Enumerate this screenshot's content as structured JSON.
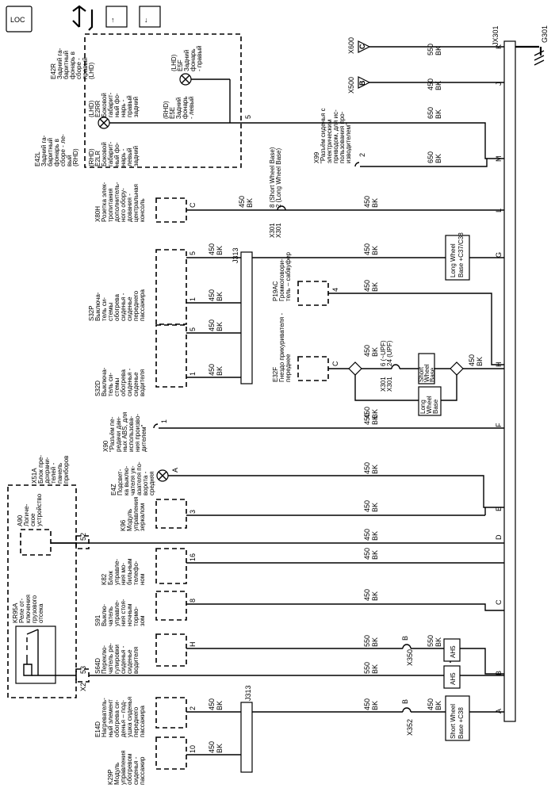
{
  "top_icons": {
    "loc": "LOC",
    "up": "↑",
    "down": "↓"
  },
  "right": {
    "connector": "JX301",
    "ground": "G301",
    "pin_k": "K",
    "pin_j": "J",
    "pin_m": "M",
    "pin_l": "L",
    "pin_g": "G",
    "pin_h": "H",
    "pin_f": "F",
    "pin_e": "E",
    "pin_d": "D",
    "pin_c": "C",
    "pin_b": "B",
    "pin_a": "A"
  },
  "wires": {
    "k": [
      "550",
      "BK"
    ],
    "j": [
      "450",
      "BK"
    ],
    "m": [
      "650",
      "BK"
    ],
    "m2": [
      "650",
      "BK"
    ],
    "l": [
      "450",
      "BK"
    ],
    "l_left": [
      "450",
      "BK"
    ],
    "g": [
      "450",
      "BK"
    ],
    "h": [
      "450",
      "BK"
    ],
    "h_right": [
      "450",
      "BK"
    ],
    "h_top": [
      "450",
      "BK"
    ],
    "h_bottom": [
      "450",
      "BK"
    ],
    "f": [
      "450",
      "BK"
    ],
    "e": [
      "450",
      "BK"
    ],
    "e_left": [
      "450",
      "BK"
    ],
    "d": [
      "450",
      "BK"
    ],
    "c": [
      "450",
      "BK"
    ],
    "c_left": [
      "450",
      "BK"
    ],
    "c2": [
      "450",
      "BK"
    ],
    "c2_left": [
      "450",
      "BK"
    ],
    "b_upper": [
      "550",
      "BK"
    ],
    "b_upper_r": [
      "550",
      "BK"
    ],
    "b_upper_l": [
      "550",
      "BK"
    ],
    "b_lower": [
      "550",
      "BK"
    ],
    "b_lower_l": [
      "550",
      "BK"
    ],
    "a": [
      "450",
      "BK"
    ],
    "a_mid": [
      "450",
      "BK"
    ],
    "a_left": [
      "450",
      "BK"
    ],
    "g_s32p5": [
      "450",
      "BK"
    ],
    "g_s32p1": [
      "450",
      "BK"
    ],
    "g_s32d5": [
      "450",
      "BK"
    ],
    "g_s32d1": [
      "450",
      "BK"
    ],
    "k29p": [
      "450",
      "BK"
    ]
  },
  "connectors": {
    "x600": {
      "id": "X600",
      "pin": "C"
    },
    "x500": {
      "id": "X500",
      "pin": "B"
    },
    "x99": {
      "pin": "2",
      "label": [
        "X99",
        "\"Разъём сиденья с",
        "электрическим",
        "приводом, для ис-",
        "пользования про-",
        "изводителем\""
      ]
    },
    "x301_l": {
      "a": "8 (Short Wheel Base)",
      "b": "2 (Long Wheel Base)",
      "id1": "X301",
      "id2": "X301"
    },
    "x301_h": {
      "a": "6 (~UPF)",
      "b": "24 (UPF)",
      "id1": "X301",
      "id2": "X301"
    },
    "x90": {
      "pin": "1",
      "label": [
        "X90",
        "\"Разъём пе-",
        "редачи дан-",
        "ных ABS, для",
        "использова-",
        "ния произво-",
        "дителем\""
      ]
    },
    "x350": {
      "pin": "B",
      "id": "X350"
    },
    "x352": {
      "pin": "B",
      "id": "X352"
    },
    "j313_top": "J313",
    "j313_bottom": "J313"
  },
  "options": {
    "long_g": [
      "Long Wheel",
      "Base +C37/C38"
    ],
    "short_h": [
      "Short",
      "Wheel",
      "Base"
    ],
    "long_h": [
      "Long",
      "Wheel",
      "Base"
    ],
    "ah5_upper": "AH5",
    "ah5_lower": "AH5",
    "short_a": [
      "Short Wheel",
      "Base +C38"
    ]
  },
  "components": {
    "e42r": [
      "E42R",
      "Задний га-",
      "баритный",
      "фонарь в",
      "сборе -",
      "правый",
      "(LHD)"
    ],
    "e42l": [
      "E42L",
      "Задний га-",
      "баритный",
      "фонарь в",
      "сборе - ле-",
      "вый",
      "(RHD)"
    ],
    "e2lr": [
      "(LHD)",
      "E2RR",
      "Боковой",
      "габарит-",
      "ный фо-",
      "нарь -",
      "правый",
      "задний"
    ],
    "e2rr": [
      "(RHD)",
      "E2LR",
      "Боковой",
      "габарит-",
      "ный фо-",
      "нарь -",
      "левый",
      "задний"
    ],
    "e5f": [
      "(LHD)",
      "E5F",
      "Задний",
      "фонарь",
      "- правый"
    ],
    "e5e": [
      "(RHD)",
      "E5E",
      "Задний",
      "фонарь",
      "- левый"
    ],
    "pin5": "5",
    "x80h": {
      "pin": "C",
      "label": [
        "X80H",
        "Розетка элек-",
        "тропитания",
        "дополнитель-",
        "ного обору-",
        "дования -",
        "центральная",
        "консоль"
      ]
    },
    "s32p": {
      "pin5": "5",
      "pin1": "1",
      "label": [
        "S32P",
        "Выключа-",
        "тель си-",
        "стемы",
        "обогрева",
        "сиденья -",
        "сиденье",
        "переднего",
        "пассажира"
      ]
    },
    "s32d": {
      "pin5": "5",
      "pin1": "1",
      "label": [
        "S32D",
        "Выключа-",
        "тель си-",
        "стемы",
        "обогрева",
        "сиденья -",
        "сиденье",
        "водителя"
      ]
    },
    "p19ac": {
      "pin": "4",
      "label": [
        "P19AC",
        "Громкоговори-",
        "тель – сабвуфер"
      ]
    },
    "e32f": {
      "pin": "C",
      "label": [
        "E32F",
        "Гнездо прикуривателя -",
        "переднее"
      ]
    },
    "e4z": {
      "pin": "A",
      "label": [
        "E4Z",
        "Подсвет-",
        "ка выклю-",
        "чателя ук-",
        "азателя по-",
        "ворота -",
        "средняя"
      ]
    },
    "k96": {
      "pin": "3",
      "label": [
        "K96",
        "Модуль",
        "управления",
        "зеркалом"
      ]
    },
    "k82": {
      "pin": "16",
      "label": [
        "K82",
        "Блок",
        "управле-",
        "ния мо-",
        "бильным",
        "телефо-",
        "ном"
      ]
    },
    "s91": {
      "pin": "8",
      "label": [
        "S91",
        "Выклю-",
        "чатель",
        "управле-",
        "ния стоя-",
        "ночным",
        "тормо-",
        "зом"
      ]
    },
    "s64d": {
      "pin": "H",
      "label": [
        "S64D",
        "Переклю-",
        "чатель ре-",
        "гулировки",
        "сиденья -",
        "сиденье",
        "водителя"
      ]
    },
    "e14d": {
      "pin": "2",
      "label": [
        "E14D",
        "Нагреватель-",
        "ный элемент",
        "обогрева си-",
        "денья – под-",
        "ушка сиденья",
        "переднего",
        "пассажира"
      ]
    },
    "k29p": {
      "pin": "10",
      "label": [
        "K29P",
        "Модуль",
        "управления",
        "обогревом",
        "сиденья -",
        "пассажир"
      ]
    },
    "x51a": {
      "label": [
        "X51A",
        "Блок пре-",
        "дохрани-",
        "телей -",
        "панель",
        "приборов"
      ]
    },
    "a90": {
      "label": [
        "A90",
        "Логиче-",
        "ское",
        "устройство"
      ],
      "pin": "52"
    },
    "kr95a": {
      "label": [
        "KR95A",
        "Реле от-",
        "ключения",
        "грузового",
        "отсека"
      ],
      "pin": "53",
      "conn": "X2"
    }
  }
}
